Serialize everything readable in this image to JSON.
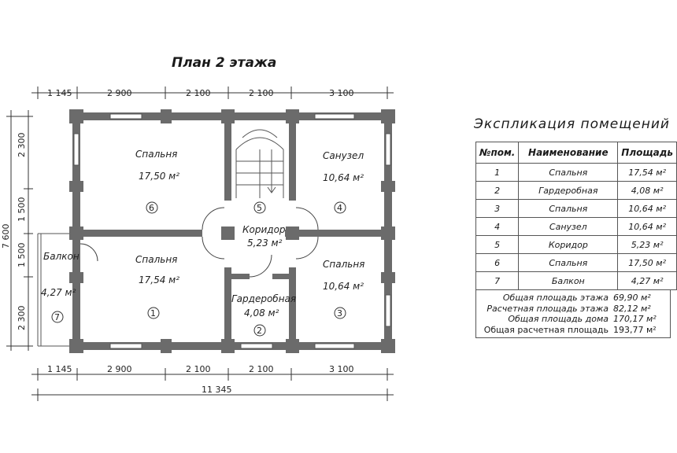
{
  "title": "План 2 этажа",
  "dims_top": [
    "1 145",
    "2 900",
    "2 100",
    "2 100",
    "3 100"
  ],
  "dims_bottom": [
    "1 145",
    "2 900",
    "2 100",
    "2 100",
    "3 100"
  ],
  "dim_total": "11 345",
  "dims_left": [
    "2 300",
    "1 500",
    "1 500",
    "2 300"
  ],
  "dim_left_total": "7 600",
  "rooms": [
    {
      "label": "Спальня",
      "area": "17,50 м²",
      "num": "6"
    },
    {
      "label": "",
      "area": "",
      "num": "5"
    },
    {
      "label": "Санузел",
      "area": "10,64 м²",
      "num": "4"
    },
    {
      "label": "Коридор",
      "area": "5,23 м²",
      "num": ""
    },
    {
      "label": "Спальня",
      "area": "17,54 м²",
      "num": "1"
    },
    {
      "label": "Гардеробная",
      "area": "4,08 м²",
      "num": "2"
    },
    {
      "label": "Спальня",
      "area": "10,64 м²",
      "num": "3"
    },
    {
      "label": "Балкон",
      "area": "4,27 м²",
      "num": "7"
    }
  ],
  "explication": {
    "title": "Экспликация помещений",
    "headers": [
      "№пом.",
      "Наименование",
      "Площадь"
    ],
    "rows": [
      {
        "no": "1",
        "name": "Спальня",
        "area": "17,54 м²"
      },
      {
        "no": "2",
        "name": "Гардеробная",
        "area": "4,08 м²"
      },
      {
        "no": "3",
        "name": "Спальня",
        "area": "10,64 м²"
      },
      {
        "no": "4",
        "name": "Санузел",
        "area": "10,64 м²"
      },
      {
        "no": "5",
        "name": "Коридор",
        "area": "5,23 м²"
      },
      {
        "no": "6",
        "name": "Спальня",
        "area": "17,50 м²"
      },
      {
        "no": "7",
        "name": "Балкон",
        "area": "4,27 м²"
      }
    ],
    "totals": [
      {
        "label": "Общая площадь этажа",
        "value": "69,90 м²"
      },
      {
        "label": "Расчетная площадь этажа",
        "value": "82,12 м²"
      },
      {
        "label": "Общая площадь дома",
        "value": "170,17 м²"
      },
      {
        "label": "Общая расчетная площадь",
        "value": "193,77 м²"
      }
    ]
  }
}
